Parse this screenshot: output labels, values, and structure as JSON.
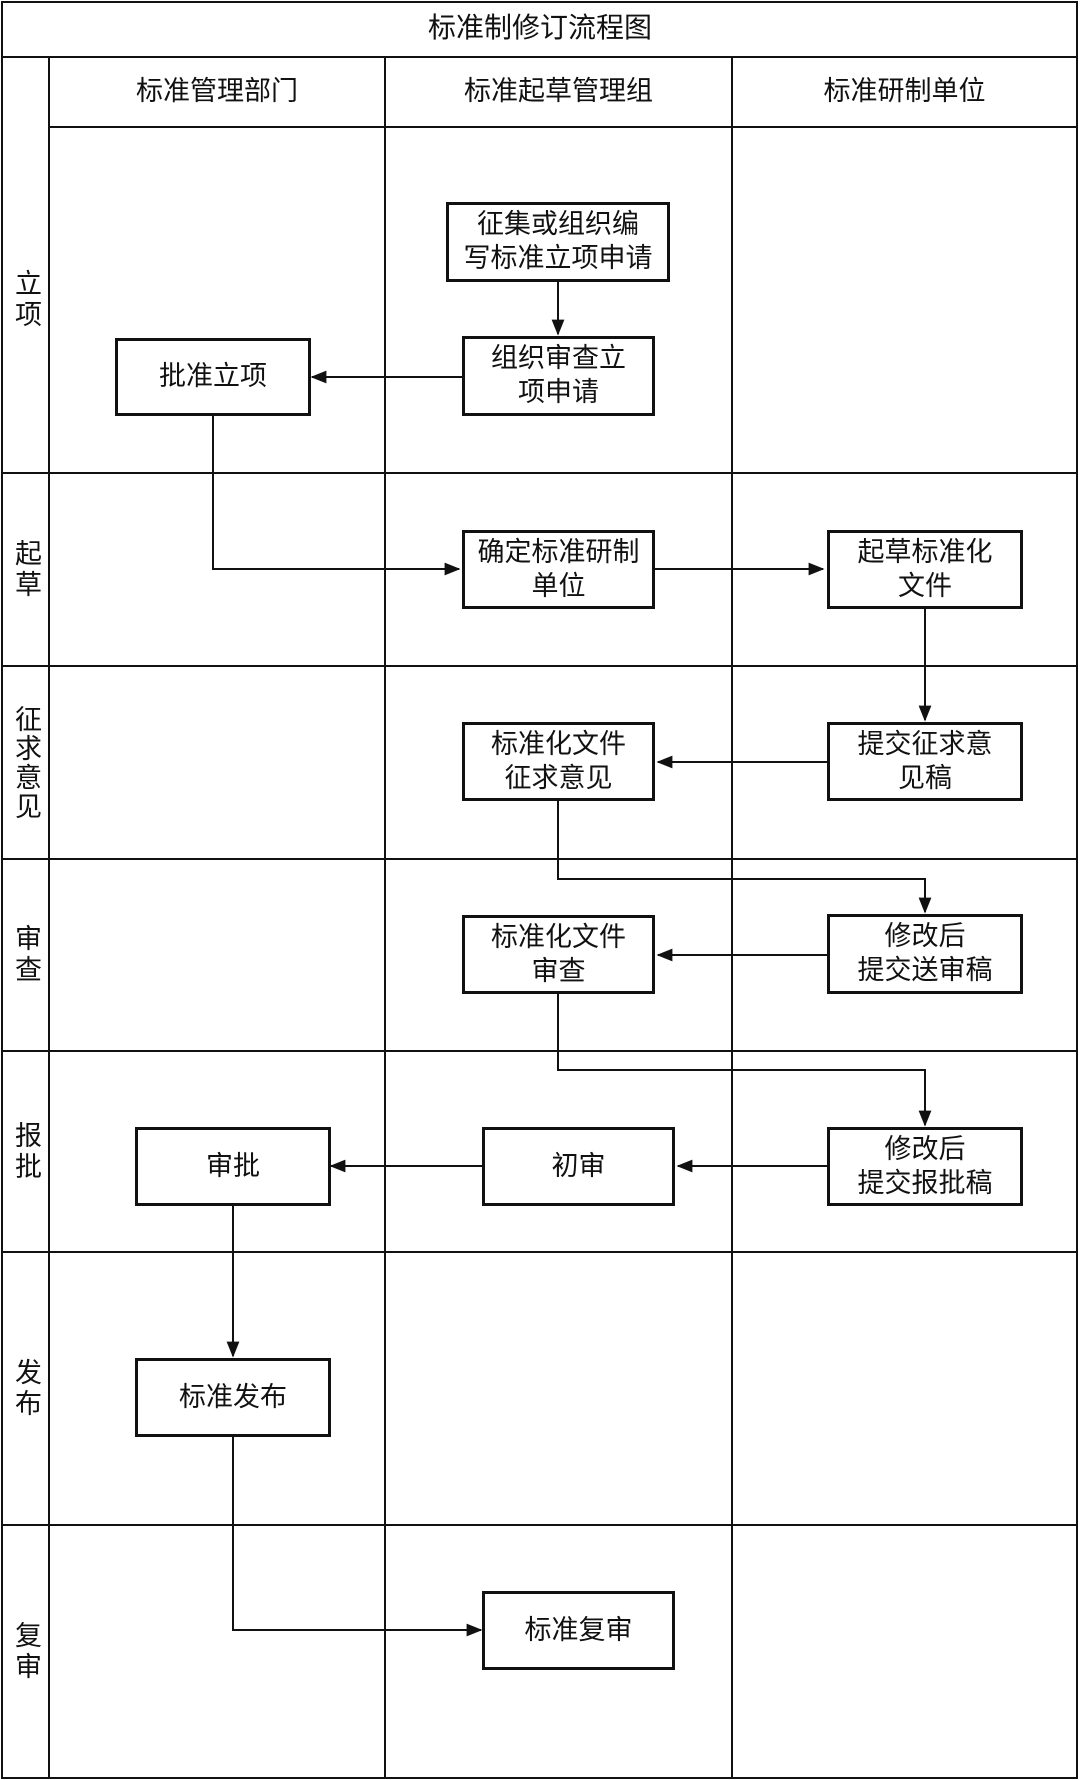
{
  "title": "标准制修订流程图",
  "columns": [
    "标准管理部门",
    "标准起草管理组",
    "标准研制单位"
  ],
  "rows": [
    "立项",
    "起草",
    "征求意见",
    "审查",
    "报批",
    "发布",
    "复审"
  ],
  "boxes": {
    "collect": "征集或组织编\n写标准立项申请",
    "review_apply": "组织审查立\n项申请",
    "approve_project": "批准立项",
    "determine_unit": "确定标准研制\n单位",
    "draft_doc": "起草标准化\n文件",
    "submit_comment": "提交征求意\n见稿",
    "solicit": "标准化文件\n征求意见",
    "revise_review": "修改后\n提交送审稿",
    "doc_review": "标准化文件\n审查",
    "revise_approval": "修改后\n提交报批稿",
    "prelim": "初审",
    "approve": "审批",
    "publish": "标准发布",
    "re_review": "标准复审"
  }
}
